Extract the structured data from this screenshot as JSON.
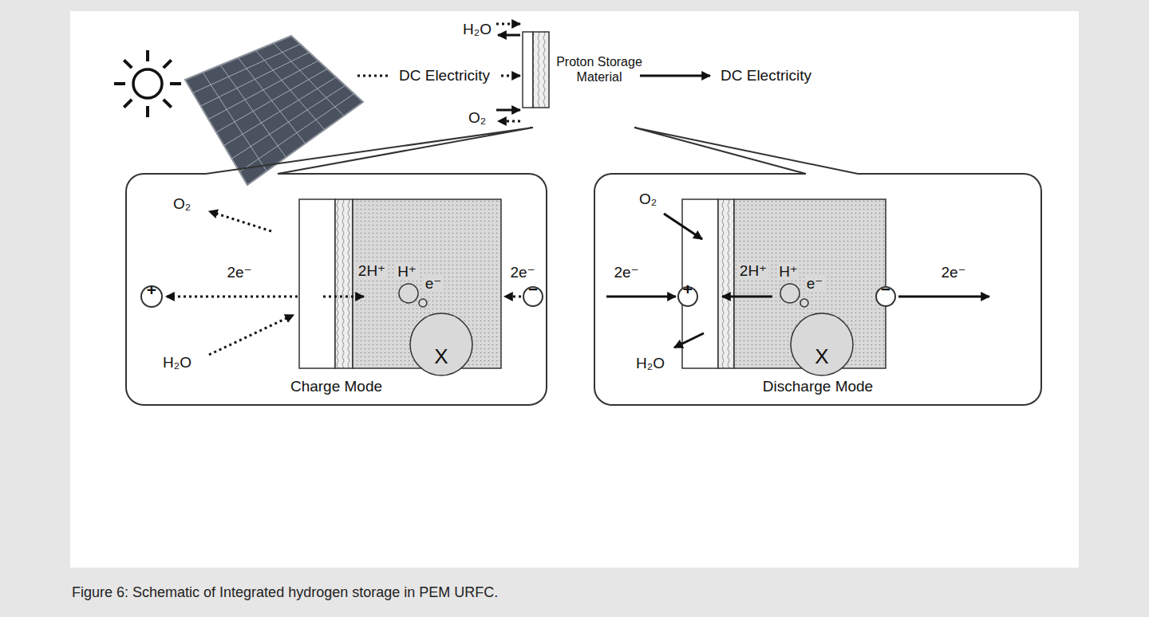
{
  "diagram": {
    "caption": "Figure 6: Schematic of Integrated hydrogen storage in PEM URFC.",
    "nodes": [
      {
        "text": [
          "Proton Storage Material"
        ]
      },
      {
        "text": [
          "Charge Mode"
        ]
      },
      {
        "text": [
          "+"
        ],
        "in": 1
      },
      {
        "text": [
          "X"
        ],
        "in": 1
      },
      {
        "text": [
          "−"
        ],
        "in": 1
      },
      {
        "text": [
          "Discharge Mode"
        ]
      },
      {
        "text": [
          "+"
        ],
        "in": 5
      },
      {
        "text": [
          "X"
        ],
        "in": 5
      },
      {
        "text": [
          "−"
        ],
        "in": 5
      }
    ],
    "labels": [
      "H₂O",
      "DC Electricity",
      "O₂",
      "DC Electricity",
      "O₂",
      "2e⁻",
      "2H⁺",
      "H⁺",
      "e⁻",
      "2e⁻",
      "H₂O",
      "O₂",
      "2e⁻",
      "2H⁺",
      "H⁺",
      "e⁻",
      "2e⁻",
      "H₂O"
    ]
  }
}
